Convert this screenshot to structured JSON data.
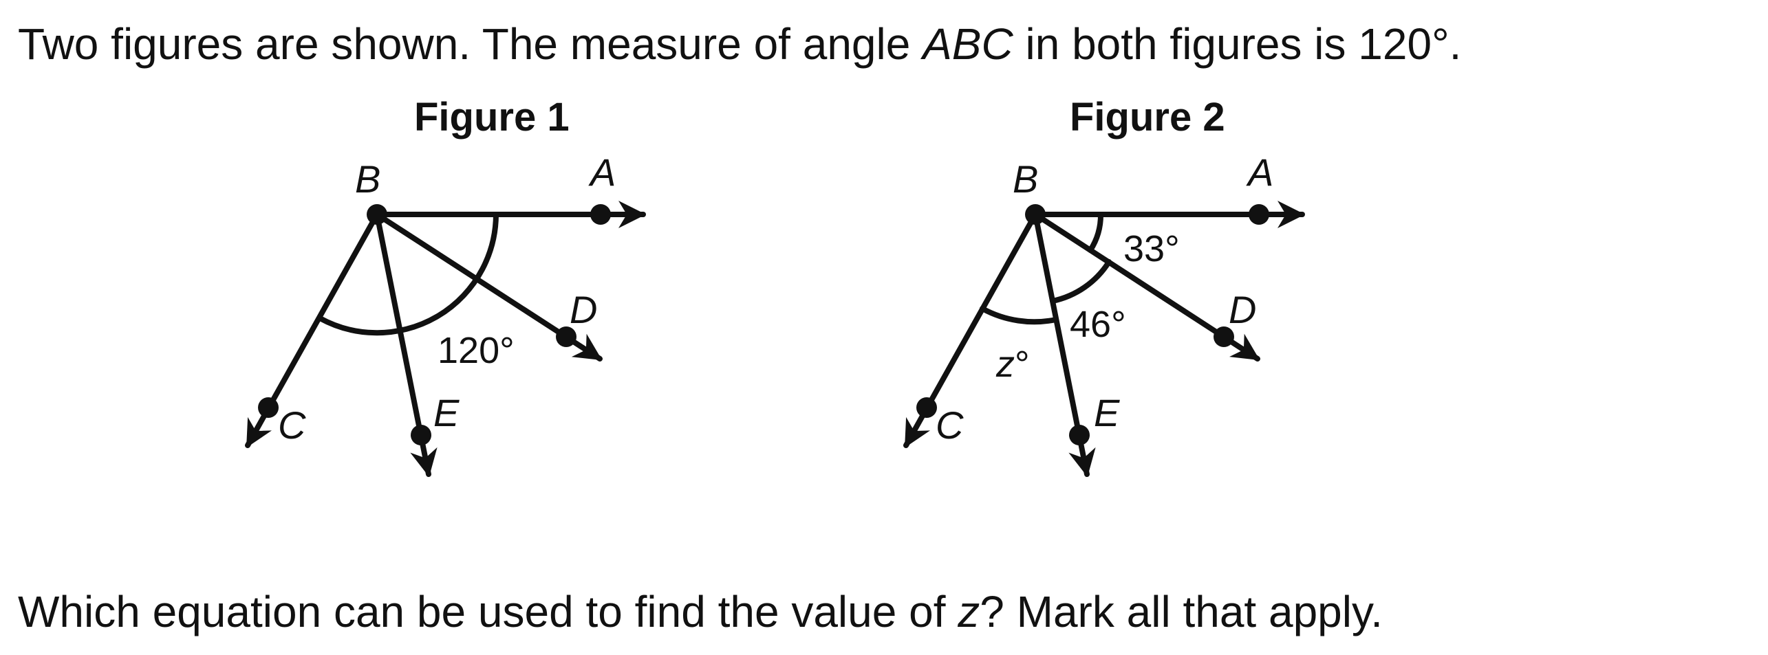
{
  "intro": {
    "before": "Two figures are shown.  The measure of angle ",
    "angle_name": "ABC",
    "after": " in both figures is 120°."
  },
  "figure1": {
    "title": "Figure 1",
    "labels": {
      "B": "B",
      "A": "A",
      "D": "D",
      "C": "C",
      "E": "E"
    },
    "angle_label": "120°"
  },
  "figure2": {
    "title": "Figure 2",
    "labels": {
      "B": "B",
      "A": "A",
      "D": "D",
      "C": "C",
      "E": "E"
    },
    "angle_ABD": "33°",
    "angle_DBE": "46°",
    "angle_EBC_var": "z",
    "angle_EBC_deg": "°"
  },
  "question": {
    "before": "Which equation can be used to find the value of ",
    "variable": "z",
    "after": "?  Mark all that apply."
  }
}
